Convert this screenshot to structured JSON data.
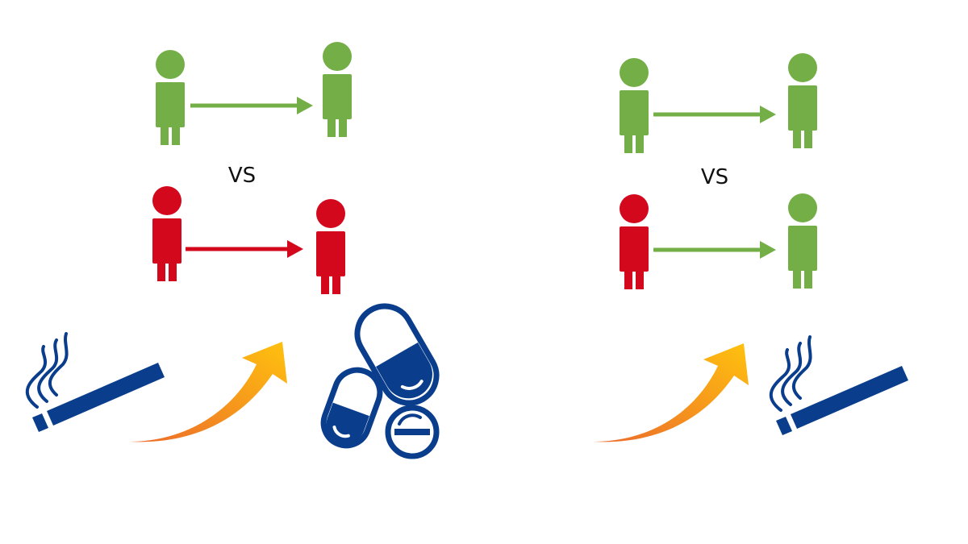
{
  "colors": {
    "healthy": "#74AE47",
    "sick": "#D3081C",
    "icon_blue": "#0A3E8C",
    "curve_start": "#EC6A2B",
    "curve_end": "#FFC20E",
    "background": "#FFFFFF"
  },
  "panels": [
    {
      "id": "left",
      "vs_label": "VS",
      "rows": [
        {
          "status_from": "healthy",
          "status_to": "healthy"
        },
        {
          "status_from": "sick",
          "status_to": "sick"
        }
      ],
      "bottom_icons": [
        "cigarette-icon",
        "increase-arrow-icon",
        "pills-icon"
      ]
    },
    {
      "id": "right",
      "vs_label": "VS",
      "rows": [
        {
          "status_from": "healthy",
          "status_to": "healthy"
        },
        {
          "status_from": "sick",
          "status_to": "healthy"
        }
      ],
      "bottom_icons": [
        "increase-arrow-icon",
        "cigarette-icon"
      ]
    }
  ]
}
